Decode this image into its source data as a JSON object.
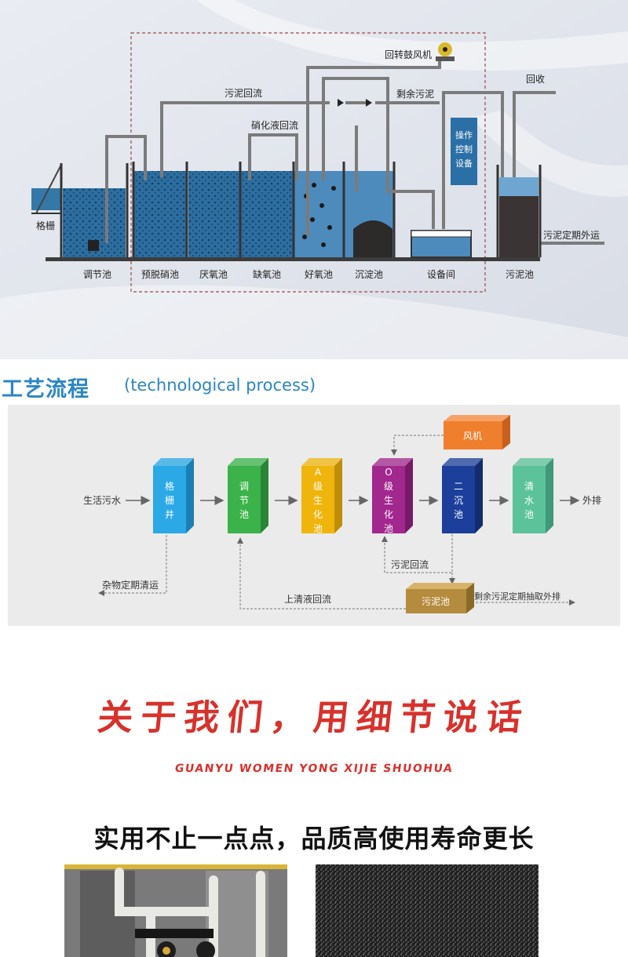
{
  "process_diagram": {
    "tanks": [
      "调节池",
      "预脱硝池",
      "厌氧池",
      "缺氧池",
      "好氧池",
      "沉淀池",
      "设备间",
      "污泥池"
    ],
    "grille": "格栅",
    "sludge_return": "污泥回流",
    "nitrification_return": "硝化液回流",
    "blower": "回转鼓风机",
    "excess_sludge": "剩余污泥",
    "recycle": "回收",
    "control_line1": "操作",
    "control_line2": "控制",
    "control_line3": "设备",
    "sludge_out": "污泥定期外运"
  },
  "heading": {
    "cn": "工艺流程",
    "en": "(technological process)"
  },
  "flow": {
    "input": "生活污水",
    "output": "外排",
    "boxes": [
      {
        "label": "格栅井",
        "color": "#2aa9e6",
        "side": "#1b7fb1"
      },
      {
        "label": "调节池",
        "color": "#3bb34a",
        "side": "#2a8536"
      },
      {
        "label": "A级生化池",
        "color": "#f0b50c",
        "side": "#c08d06"
      },
      {
        "label": "O级生化池",
        "color": "#a2278e",
        "side": "#761a67"
      },
      {
        "label": "二沉池",
        "color": "#1b3f9a",
        "side": "#122c6e"
      },
      {
        "label": "清水池",
        "color": "#5cc29a",
        "side": "#40977a"
      }
    ],
    "blower": "风机",
    "sludge_tank": "污泥池",
    "sludge_return": "污泥回流",
    "supernatant_return": "上清液回流",
    "debris": "杂物定期清运",
    "excess_out": "剩余污泥定期抽取外排"
  },
  "slogan": {
    "cn": "关于我们，用细节说话",
    "en": "GUANYU WOMEN YONG XIJIE SHUOHUA"
  },
  "quality_title": "实用不止一点点，品质高使用寿命更长"
}
